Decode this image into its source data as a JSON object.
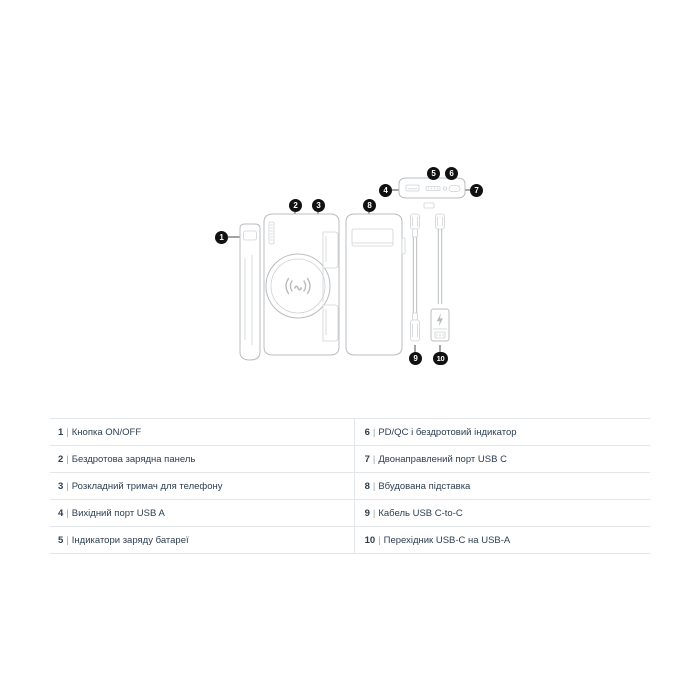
{
  "product_diagram": {
    "views": {
      "side": {
        "name": "Side profile view"
      },
      "front": {
        "name": "Front view with wireless charging pad"
      },
      "back": {
        "name": "Back view with built-in stand"
      },
      "top_edge": {
        "name": "Top edge view with ports"
      },
      "cable": {
        "name": "USB-C to USB-C cable"
      },
      "adapter": {
        "name": "USB-C to USB-A adapter"
      }
    },
    "callouts": [
      {
        "id": "1",
        "label": "1"
      },
      {
        "id": "2",
        "label": "2"
      },
      {
        "id": "3",
        "label": "3"
      },
      {
        "id": "4",
        "label": "4"
      },
      {
        "id": "5",
        "label": "5"
      },
      {
        "id": "6",
        "label": "6"
      },
      {
        "id": "7",
        "label": "7"
      },
      {
        "id": "8",
        "label": "8"
      },
      {
        "id": "9",
        "label": "9"
      },
      {
        "id": "10",
        "label": "10"
      }
    ],
    "icons": {
      "wireless_charging": "wireless-charging-icon",
      "lightning_bolt": "lightning-bolt-icon"
    },
    "colors": {
      "outline": "#b8bcc0",
      "outline_light": "#d5d8db",
      "callout_fill": "#111111",
      "callout_text": "#ffffff",
      "leader_line": "#1a1a1a"
    }
  },
  "legend": {
    "separator": "|",
    "rows": [
      {
        "left": {
          "num": "1",
          "text": "Кнопка ON/OFF"
        },
        "right": {
          "num": "6",
          "text": "PD/QC і бездротовий індикатор"
        }
      },
      {
        "left": {
          "num": "2",
          "text": "Бездротова зарядна панель"
        },
        "right": {
          "num": "7",
          "text": "Двонаправлений порт USB C"
        }
      },
      {
        "left": {
          "num": "3",
          "text": "Розкладний тримач для телефону"
        },
        "right": {
          "num": "8",
          "text": "Вбудована підставка"
        }
      },
      {
        "left": {
          "num": "4",
          "text": "Вихідний порт USB A"
        },
        "right": {
          "num": "9",
          "text": "Кабель USB C-to-C"
        }
      },
      {
        "left": {
          "num": "5",
          "text": "Індикатори заряду батареї"
        },
        "right": {
          "num": "10",
          "text": "Перехідник USB-C на USB-A"
        }
      }
    ]
  }
}
